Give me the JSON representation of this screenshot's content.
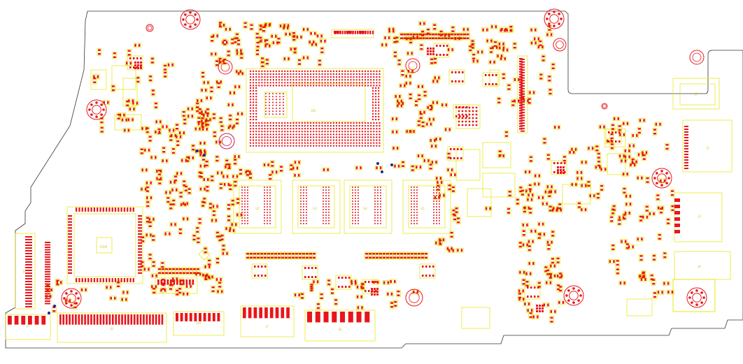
{
  "colors": {
    "background": "#ffffff",
    "outline": "#333333",
    "silk": "#e6e600",
    "pad": "#e8161b",
    "via": "#2020b0",
    "hole": "#c81c5c"
  },
  "labels": {
    "cpu": "U1",
    "chip_left": "U14",
    "mem1": "U2",
    "mem2": "U3",
    "mem3": "U4",
    "mem4": "U5",
    "usb_top": "J1",
    "usb_c": "J2",
    "usb_mid": "J3",
    "jack": "J4",
    "conn_bottom_left": "J5",
    "conn_bottom": "J6",
    "conn_bottom2": "J7",
    "conn_bottom3": "J8",
    "conn_left": "J9",
    "fan": "J10"
  }
}
